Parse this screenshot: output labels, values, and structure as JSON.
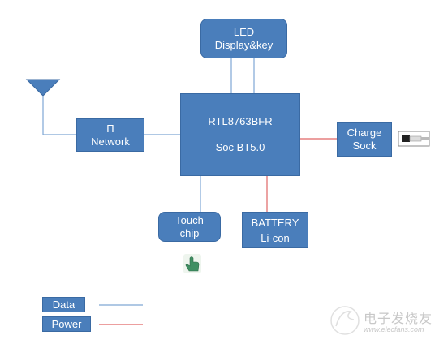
{
  "blocks": {
    "soc": {
      "line1": "RTL8763BFR",
      "line2": "Soc BT5.0"
    },
    "led": {
      "line1": "LED",
      "line2": "Display&key"
    },
    "pi_network": {
      "line1": "Π",
      "line2": "Network"
    },
    "charge": {
      "line1": "Charge",
      "line2": "Sock"
    },
    "touch": {
      "line1": "Touch",
      "line2": "chip"
    },
    "battery": {
      "line1": "BATTERY",
      "line2": "Li-con"
    }
  },
  "legend": {
    "data_label": "Data",
    "power_label": "Power",
    "data_color": "#7fa6d4",
    "power_color": "#e06666"
  },
  "watermark": {
    "chinese": "电子发烧友",
    "url": "www.elecfans.com"
  },
  "colors": {
    "block_fill": "#4a7ebb",
    "data_line": "#7fa6d4",
    "power_line": "#e06666"
  },
  "icons": [
    "antenna-icon",
    "usb-cable-icon",
    "touch-hand-icon",
    "elecfans-logo-icon"
  ]
}
